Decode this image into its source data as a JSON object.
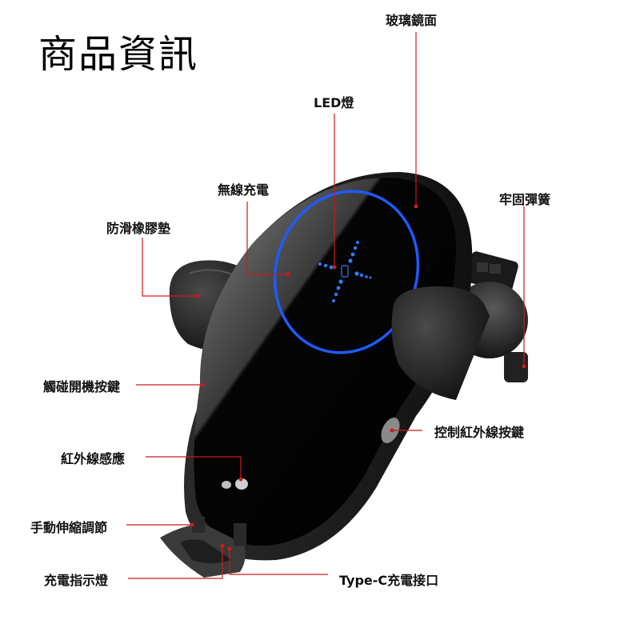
{
  "title": "商品資訊",
  "colors": {
    "leader_line": "#cc1a1a",
    "ring": "#1e5bff",
    "body": "#0a0a0a",
    "background": "#ffffff"
  },
  "callouts": [
    {
      "id": "glass-mirror",
      "label": "玻璃鏡面"
    },
    {
      "id": "led-light",
      "label": "LED燈"
    },
    {
      "id": "wireless-charging",
      "label": "無線充電"
    },
    {
      "id": "firm-spring",
      "label": "牢固彈簧"
    },
    {
      "id": "anti-slip-rubber-pad",
      "label": "防滑橡膠墊"
    },
    {
      "id": "touch-power-button",
      "label": "觸碰開機按鍵"
    },
    {
      "id": "ir-control-button",
      "label": "控制紅外線按鍵"
    },
    {
      "id": "infrared-sensor",
      "label": "紅外線感應"
    },
    {
      "id": "manual-telescopic-adjust",
      "label": "手動伸縮調節"
    },
    {
      "id": "charging-indicator",
      "label": "充電指示燈"
    },
    {
      "id": "type-c-port",
      "label": "Type-C充電接口"
    }
  ]
}
